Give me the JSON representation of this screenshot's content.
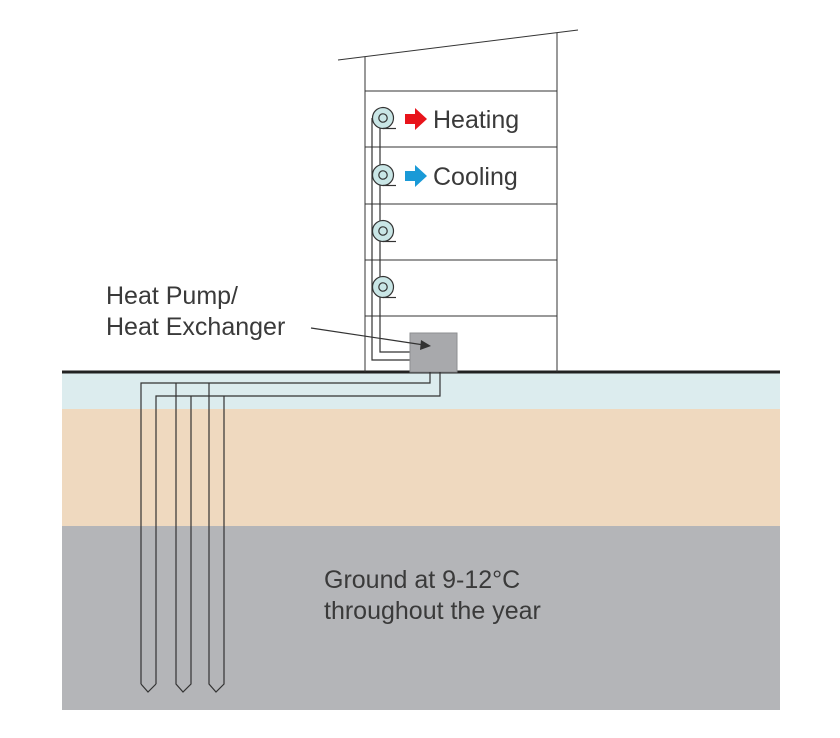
{
  "labels": {
    "heating": "Heating",
    "cooling": "Cooling",
    "heat_pump_line1": "Heat Pump/",
    "heat_pump_line2": "Heat Exchanger",
    "ground_line1": "Ground at 9-12°C",
    "ground_line2": "throughout the year"
  },
  "colors": {
    "heating_arrow": "#e8141b",
    "cooling_arrow": "#1a9ad7",
    "topsoil": "#dcecee",
    "subsoil": "#efd9bf",
    "bedrock": "#b4b5b8",
    "heat_pump_unit": "#a8a9ac",
    "fan_coil": "#c9e6e6",
    "line": "#333333"
  },
  "icons": {
    "fan_coil": "fan-coil-icon",
    "heating_arrow": "right-arrow-icon",
    "cooling_arrow": "right-arrow-icon"
  }
}
